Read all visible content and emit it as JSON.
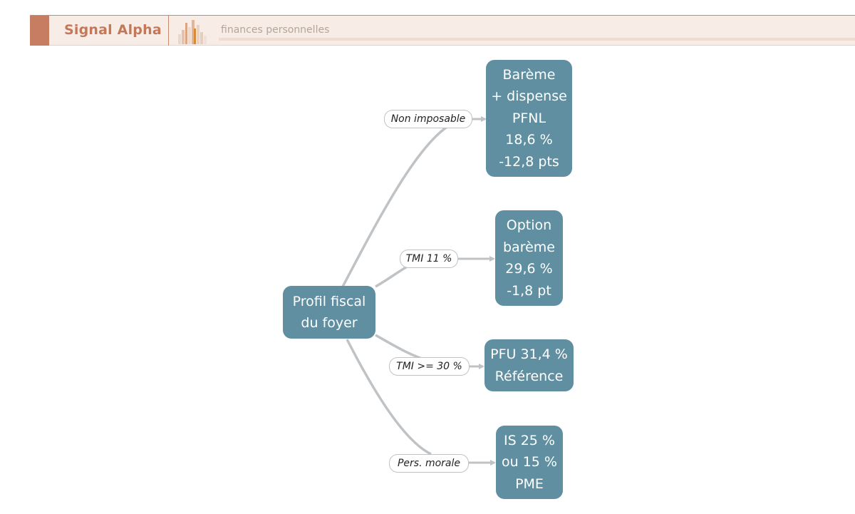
{
  "header": {
    "brand": "Signal Alpha",
    "tagline": "finances personnelles",
    "accent_color": "#c77d61",
    "logo_icon": "bar-chart-logo-icon"
  },
  "diagram": {
    "node_color": "#5f8fa0",
    "edge_color": "#bfc3c6",
    "root": {
      "lines": [
        "Profil fiscal",
        "du foyer"
      ]
    },
    "branches": [
      {
        "label": "Non imposable",
        "lines": [
          "Barème",
          "+ dispense",
          "PFNL",
          "18,6 %",
          "-12,8 pts"
        ]
      },
      {
        "label": "TMI 11 %",
        "lines": [
          "Option",
          "barème",
          "29,6 %",
          "-1,8 pt"
        ]
      },
      {
        "label": "TMI >= 30 %",
        "lines": [
          "PFU 31,4 %",
          "Référence"
        ]
      },
      {
        "label": "Pers. morale",
        "lines": [
          "IS 25 %",
          "ou 15 %",
          "PME"
        ]
      }
    ]
  }
}
